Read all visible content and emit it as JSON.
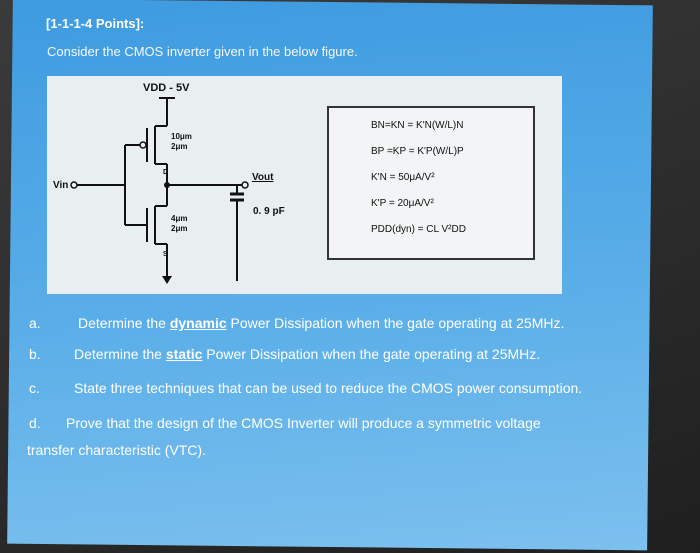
{
  "header": "[1-1-1-4 Points]:",
  "intro": "Consider the CMOS inverter given in the below figure.",
  "figure": {
    "vdd_label": "VDD - 5V",
    "pmos_size_w": "10μm",
    "pmos_size_l": "2μm",
    "nmos_size_w": "4μm",
    "nmos_size_l": "2μm",
    "vin_label": "Vin",
    "vout_label": "Vout",
    "cap_label": "0. 9 pF",
    "d_label": "D",
    "s_label": "S",
    "equations": {
      "eq1": "BN=KN = K'N(W/L)N",
      "eq2": "BP =KP = K'P(W/L)P",
      "eq3": "K'N = 50μA/V²",
      "eq4": "K'P = 20μA/V²",
      "eq5": "PDD(dyn) = CL V²DD"
    }
  },
  "questions": [
    {
      "letter": "a.",
      "pre": "Determine the ",
      "emph": "dynamic",
      "post": " Power Dissipation when the gate operating at 25MHz."
    },
    {
      "letter": "b.",
      "pre": "Determine the ",
      "emph": "static",
      "post": " Power Dissipation when the gate operating at 25MHz."
    },
    {
      "letter": "c.",
      "pre": "State three techniques that can be used to reduce the CMOS power consumption.",
      "emph": "",
      "post": ""
    },
    {
      "letter": "d.",
      "pre": "Prove that the design of the CMOS Inverter will produce a symmetric voltage",
      "emph": "",
      "post": ""
    }
  ],
  "question_d_cont": "transfer characteristic (VTC)."
}
